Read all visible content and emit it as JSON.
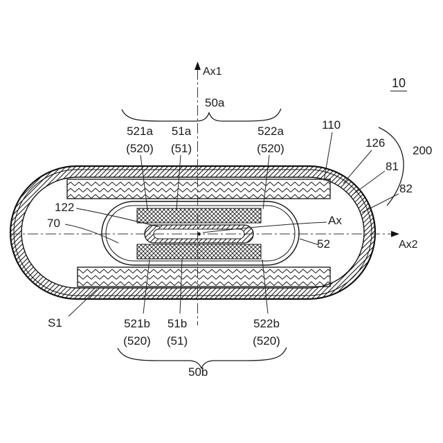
{
  "figure": {
    "ref": "10",
    "axis_vertical": "Ax1",
    "axis_horizontal": "Ax2",
    "axis_center": "Ax",
    "groups": {
      "top": "50a",
      "bottom": "50b"
    },
    "labels": {
      "l521a": "521a",
      "l521a_sub": "(520)",
      "l51a": "51a",
      "l51a_sub": "(51)",
      "l522a": "522a",
      "l522a_sub": "(520)",
      "l110": "110",
      "l126": "126",
      "l200": "200",
      "l81": "81",
      "l82": "82",
      "l122": "122",
      "l70": "70",
      "l52": "52",
      "lS1": "S1",
      "l521b": "521b",
      "l521b_sub": "(520)",
      "l51b": "51b",
      "l51b_sub": "(51)",
      "l522b": "522b",
      "l522b_sub": "(520)"
    }
  }
}
